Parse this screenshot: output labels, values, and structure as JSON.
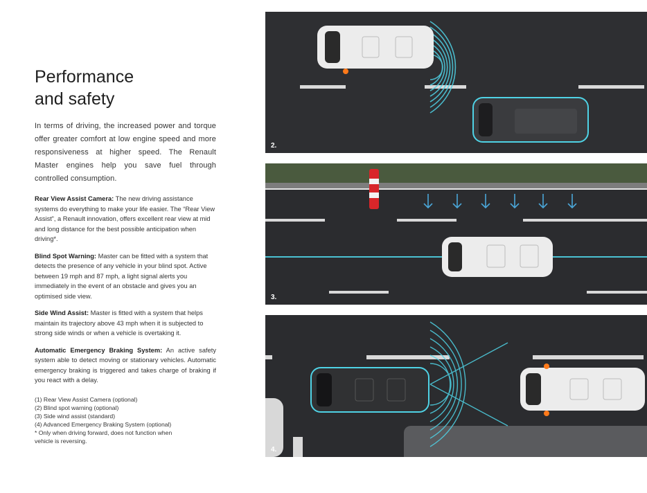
{
  "title": {
    "line1": "Performance",
    "line2": "and safety"
  },
  "intro": "In terms of driving, the increased power and torque offer greater comfort at low engine speed and more responsiveness at higher speed. The Renault Master engines help you save fuel through controlled consumption.",
  "features": [
    {
      "heading": "Rear View Assist Camera:",
      "text": " The new driving assistance systems do everything to make your life easier. The “Rear View Assist”, a Renault innovation, offers excellent rear view at mid and long distance for the best possible anticipation when driving*."
    },
    {
      "heading": "Blind Spot Warning:",
      "text": " Master can be fitted with a system that detects the presence of any vehicle in your blind spot. Active between 19 mph and 87 mph, a light signal alerts you immediately in the event of an obstacle and gives you an optimised side view."
    },
    {
      "heading": "Side Wind Assist:",
      "text": " Master is fitted with a system that helps maintain its trajectory above 43 mph when it is subjected to strong side winds or when a vehicle is overtaking it."
    },
    {
      "heading": "Automatic Emergency Braking System:",
      "text": " An active safety system able to detect moving or stationary vehicles. Automatic emergency braking is triggered and takes charge of braking if you react with a delay."
    }
  ],
  "footnotes": [
    "(1) Rear View Assist Camera (optional)",
    "(2) Blind spot warning (optional)",
    "(3) Side wind assist (standard)",
    "(4) Advanced Emergency Braking System (optional)",
    "* Only when driving forward, does not function when",
    "vehicle is reversing."
  ],
  "panels": [
    {
      "number": "2."
    },
    {
      "number": "3."
    },
    {
      "number": "4."
    }
  ],
  "colors": {
    "road": "#2c2d30",
    "lane_marking": "#d9d9d9",
    "sensor_cyan": "#4fd3e6",
    "indicator_orange": "#ff7a1a",
    "van_white": "#ececec",
    "van_dark": "#3a3b3e",
    "cone_red": "#d8262a"
  }
}
